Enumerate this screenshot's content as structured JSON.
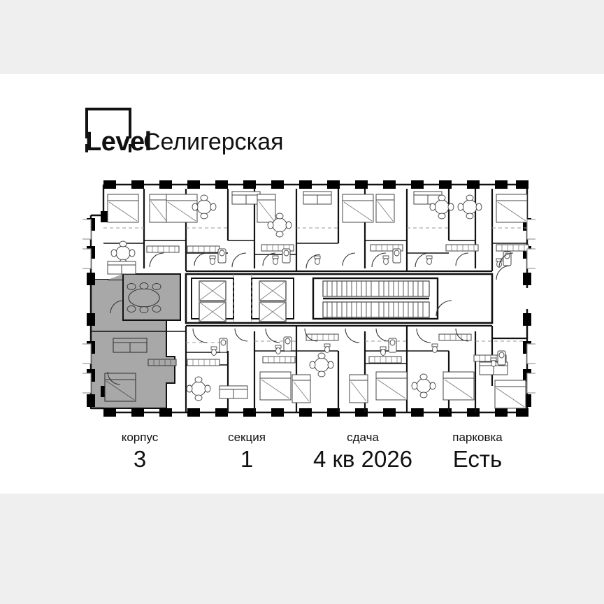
{
  "brand": {
    "mark": "level-square-logo",
    "word": "Level",
    "project": "Селигерская"
  },
  "plan": {
    "title": "floor-plan",
    "highlighted_unit": "left-corner-apartment",
    "colors": {
      "wall": "#000000",
      "highlight_fill": "#a8a8a8",
      "line": "#1a1a1a",
      "furniture": "#555555",
      "background": "#ffffff"
    },
    "core": {
      "elevators": 4,
      "stairs": 1
    }
  },
  "specs": [
    {
      "label": "корпус",
      "value": "3"
    },
    {
      "label": "секция",
      "value": "1"
    },
    {
      "label": "сдача",
      "value": "4 кв 2026"
    },
    {
      "label": "парковка",
      "value": "Есть"
    }
  ]
}
